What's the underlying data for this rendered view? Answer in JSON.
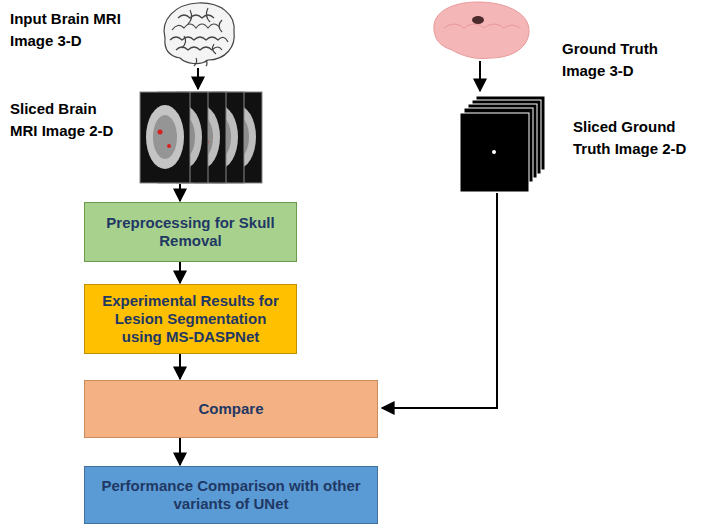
{
  "diagram": {
    "nodes": [
      {
        "text": [
          "Preprocessing for Skull Removal"
        ]
      },
      {
        "text": [
          "Experimental Results for Lesion Segmentation using MS-DASPNet"
        ]
      },
      {
        "text": [
          "Compare"
        ]
      },
      {
        "text": [
          "Performance Comparison with other variants of UNet"
        ]
      }
    ],
    "edges": [
      {
        "from": 0,
        "to": 1,
        "arrow": "to"
      },
      {
        "from": 1,
        "to": 2,
        "arrow": "to"
      },
      {
        "from": 2,
        "to": 3,
        "arrow": "to"
      }
    ],
    "labels": [
      "Input Brain MRI Image 3-D",
      "Sliced Brain MRI Image 2-D",
      "Ground Truth Image 3-D",
      "Sliced Ground Truth Image 2-D"
    ]
  }
}
